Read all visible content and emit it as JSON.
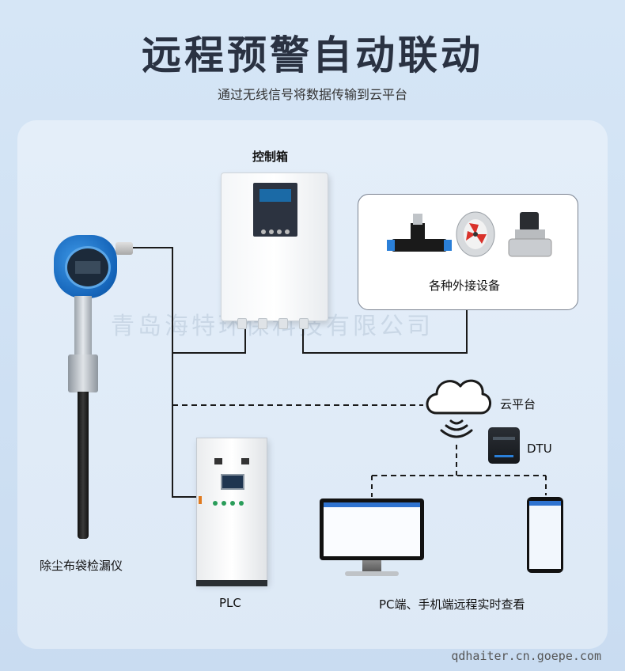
{
  "title": "远程预警自动联动",
  "subtitle": "通过无线信号将数据传输到云平台",
  "labels": {
    "control_box": "控制箱",
    "devices": "各种外接设备",
    "cloud": "云平台",
    "dtu": "DTU",
    "sensor": "除尘布袋检漏仪",
    "plc": "PLC",
    "terminals": "PC端、手机端远程实时查看"
  },
  "watermark": "青岛海特环保科技有限公司",
  "footer_url": "qdhaiter.cn.goepe.com",
  "colors": {
    "title": "#2a3242",
    "sensor_blue": "#1463b8",
    "line": "#1a1a1a"
  },
  "icons": [
    "pneumatic-valve-icon",
    "axial-fan-icon",
    "solenoid-valve-icon",
    "cloud-icon",
    "wireless-signal-icon"
  ]
}
